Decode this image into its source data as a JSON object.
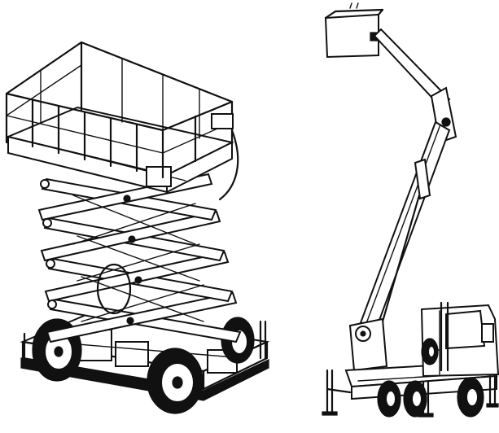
{
  "figure": {
    "left_illustration": "scissor-lift",
    "right_illustration": "truck-mounted-boom-lift",
    "style": "black line art on white",
    "colors": {
      "ink": "#111111",
      "background": "#ffffff"
    }
  }
}
